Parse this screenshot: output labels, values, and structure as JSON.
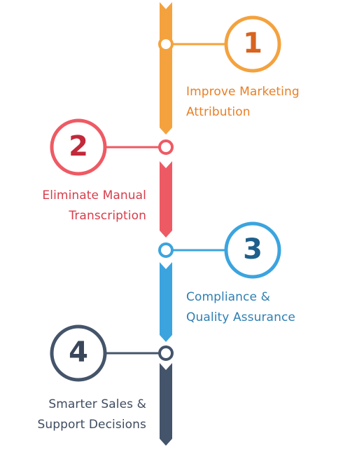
{
  "steps": [
    {
      "number": "1",
      "title_line1": "Improve Marketing",
      "title_line2": "Attribution",
      "color": "#F4A23E",
      "text_color": "#E87F24",
      "number_color": "#D8641F"
    },
    {
      "number": "2",
      "title_line1": "Eliminate Manual",
      "title_line2": "Transcription",
      "color": "#EE5A64",
      "text_color": "#D83C4A",
      "number_color": "#C2293A"
    },
    {
      "number": "3",
      "title_line1": "Compliance &",
      "title_line2": "Quality Assurance",
      "color": "#3BA4DF",
      "text_color": "#2E7FB2",
      "number_color": "#1F5F8B"
    },
    {
      "number": "4",
      "title_line1": "Smarter Sales &",
      "title_line2": "Support Decisions",
      "color": "#44546A",
      "text_color": "#3E4C60",
      "number_color": "#3A465A"
    }
  ]
}
